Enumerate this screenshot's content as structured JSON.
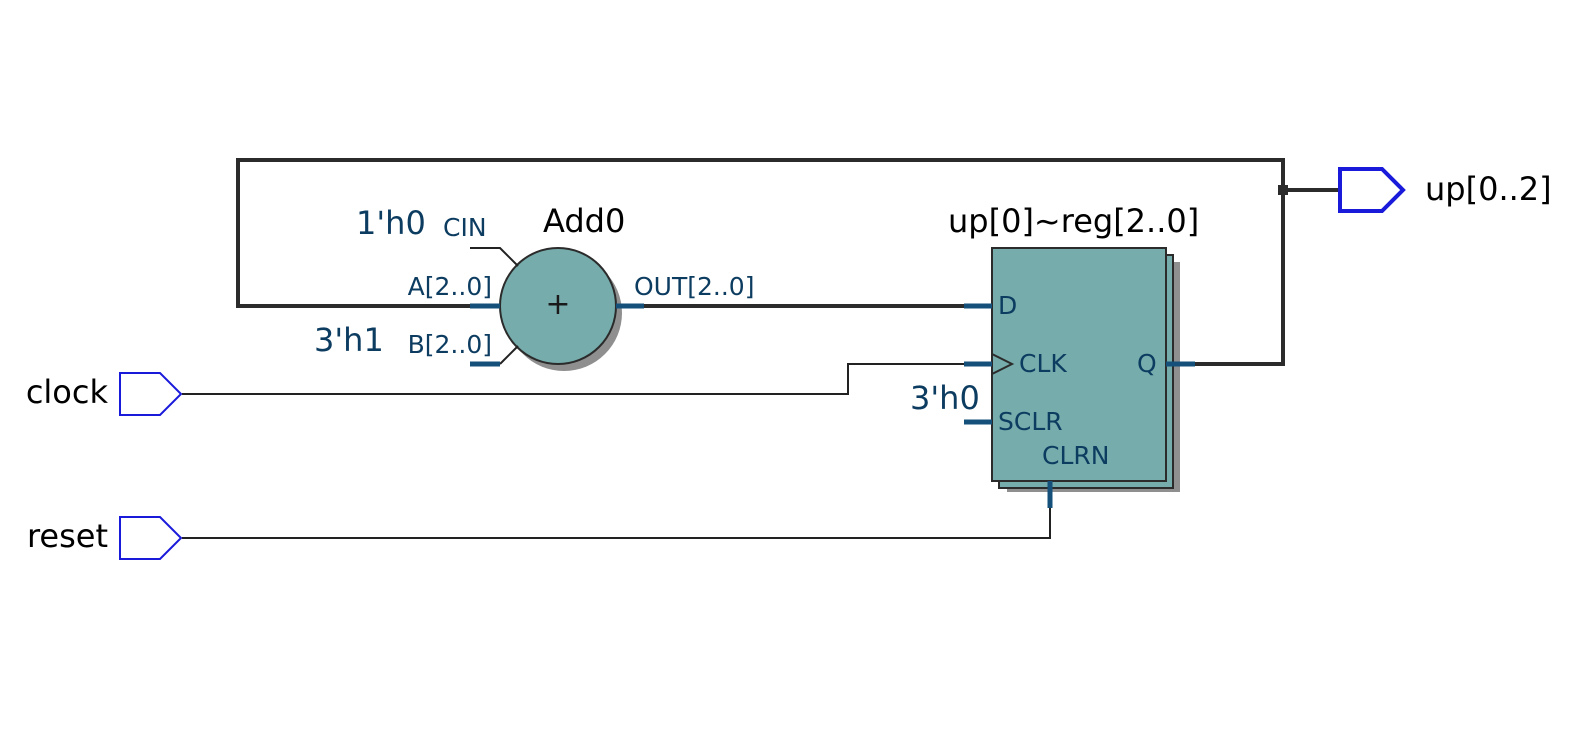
{
  "inputs": {
    "clock": "clock",
    "reset": "reset"
  },
  "outputs": {
    "up": "up[0..2]"
  },
  "adder": {
    "name": "Add0",
    "symbol": "+",
    "ports": {
      "cin": "CIN",
      "a": "A[2..0]",
      "b": "B[2..0]",
      "out": "OUT[2..0]"
    },
    "constants": {
      "cin": "1'h0",
      "b": "3'h1"
    }
  },
  "register": {
    "name": "up[0]~reg[2..0]",
    "ports": {
      "d": "D",
      "clk": "CLK",
      "sclr": "SCLR",
      "clrn": "CLRN",
      "q": "Q"
    },
    "constants": {
      "sclr": "3'h0"
    }
  },
  "colors": {
    "block_fill": "#76acac",
    "block_shadow": "#8f8f8f",
    "bus_wire": "#2b2b2b",
    "port_stub": "#14507a",
    "io_pin": "#1a1adb",
    "label_text": "#0d3c61"
  }
}
